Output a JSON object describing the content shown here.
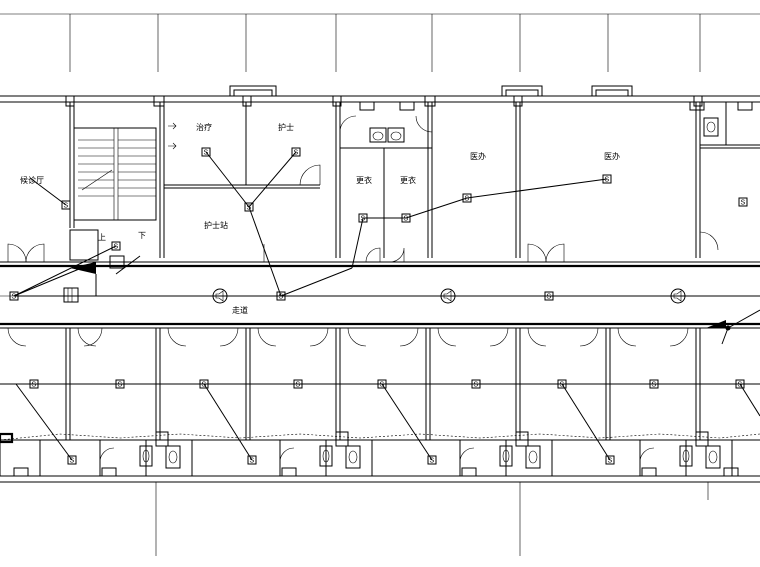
{
  "labels": {
    "room_left": "候诊厅",
    "room_treatment": "治疗",
    "room_nurse": "护士",
    "room_nurse_station": "护士站",
    "room_change_1": "更衣",
    "room_change_2": "更衣",
    "room_doctor_1": "医办",
    "room_doctor_2": "医办",
    "stair_up": "上",
    "stair_down": "下",
    "corridor": "走道"
  },
  "symbols": {
    "switch_glyph": "S",
    "speaker_icon": "speaker-icon"
  }
}
